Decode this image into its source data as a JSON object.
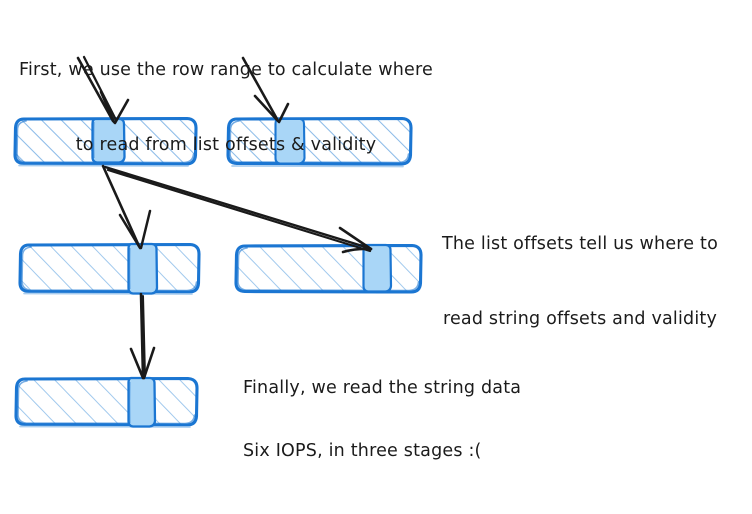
{
  "diagram": {
    "title": "Row range to string data read stages",
    "background_color": "#ffffff",
    "colors": {
      "bar_stroke": "#1b76d2",
      "bar_hatch": "#8cbbe8",
      "highlight_fill": "#a9d6f7",
      "highlight_stroke": "#1b76d2",
      "arrow": "#1a1a1a",
      "text": "#1b1b1b"
    },
    "annotations": [
      {
        "name": "annotation-row-range",
        "lines": [
          "First, we use the row range to calculate where",
          "to read from list offsets & validity"
        ],
        "align": "center"
      },
      {
        "name": "annotation-list-offsets",
        "lines": [
          "The list offsets tell us where to",
          "read string offsets and validity"
        ],
        "align": "center"
      },
      {
        "name": "annotation-string-data",
        "lines": [
          "Finally, we read the string data"
        ],
        "align": "left"
      },
      {
        "name": "annotation-iops-summary",
        "lines": [
          "Six IOPS, in three stages :("
        ],
        "align": "left"
      }
    ],
    "buffers": [
      {
        "name": "buffer-list-offsets",
        "stage": 1,
        "row": "top",
        "column": "left",
        "highlight_label": "read-window"
      },
      {
        "name": "buffer-list-validity",
        "stage": 1,
        "row": "top",
        "column": "right",
        "highlight_label": "read-window"
      },
      {
        "name": "buffer-string-offsets",
        "stage": 2,
        "row": "middle",
        "column": "left",
        "highlight_label": "read-window"
      },
      {
        "name": "buffer-string-validity",
        "stage": 2,
        "row": "middle",
        "column": "right",
        "highlight_label": "read-window"
      },
      {
        "name": "buffer-string-data",
        "stage": 3,
        "row": "bottom",
        "column": "left",
        "highlight_label": "read-window"
      }
    ],
    "arrows": [
      {
        "name": "arrow-rowrange-to-list-offsets",
        "from": "annotation-row-range",
        "to": "buffer-list-offsets"
      },
      {
        "name": "arrow-rowrange-to-list-validity",
        "from": "annotation-row-range",
        "to": "buffer-list-validity"
      },
      {
        "name": "arrow-list-offsets-to-string-offsets",
        "from": "buffer-list-offsets",
        "to": "buffer-string-offsets"
      },
      {
        "name": "arrow-list-offsets-to-string-validity",
        "from": "buffer-list-offsets",
        "to": "buffer-string-validity"
      },
      {
        "name": "arrow-string-offsets-to-string-data",
        "from": "buffer-string-offsets",
        "to": "buffer-string-data"
      }
    ]
  }
}
